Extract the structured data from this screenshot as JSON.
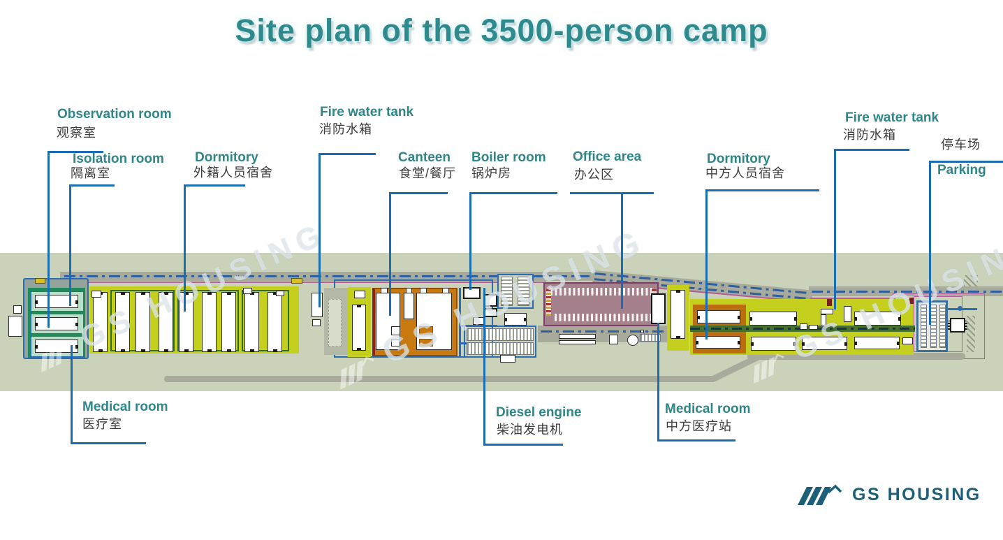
{
  "title": "Site plan of the 3500-person camp",
  "watermark": {
    "text": "GS HOUSING"
  },
  "footer": {
    "brand": "GS HOUSING",
    "logo": "gs-stripes-logo"
  },
  "labels": {
    "observation": {
      "en": "Observation room",
      "zh": "观察室"
    },
    "isolation": {
      "en": "Isolation room",
      "zh": "隔离室"
    },
    "dormitory_left": {
      "en": "Dormitory",
      "zh": "外籍人员宿舍"
    },
    "fire_tank_left": {
      "en": "Fire water tank",
      "zh": "消防水箱"
    },
    "canteen": {
      "en": "Canteen",
      "zh": "食堂/餐厅"
    },
    "boiler": {
      "en": "Boiler room",
      "zh": "锅炉房"
    },
    "office": {
      "en": "Office area",
      "zh": "办公区"
    },
    "dormitory_right": {
      "en": "Dormitory",
      "zh": "中方人员宿舍"
    },
    "fire_tank_right": {
      "en": "Fire water tank",
      "zh": "消防水箱"
    },
    "parking": {
      "en": "Parking",
      "zh": "停车场"
    },
    "medical_left": {
      "en": "Medical room",
      "zh": "医疗室"
    },
    "diesel": {
      "en": "Diesel engine",
      "zh": "柴油发电机"
    },
    "medical_right": {
      "en": "Medical room",
      "zh": "中方医疗站"
    }
  },
  "colors": {
    "title_teal": "#2F8A8E",
    "label_teal": "#2E8689",
    "label_dark": "#3C3C3C",
    "leader_blue": "#1A6CB3",
    "site_ground_green": "#CAD3BA",
    "dormitory_yellow": "#C4D01D",
    "canteen_orange": "#C8790F",
    "office_mauve": "#A5818D",
    "medical_mint": "#B9DFC8",
    "medical_teal": "#1F8A5C",
    "road_gray": "#A8AB9B",
    "road_line_blue": "#2E5F9F",
    "boundary_magenta": "#B55C9D",
    "brand_teal": "#1D5F78"
  }
}
